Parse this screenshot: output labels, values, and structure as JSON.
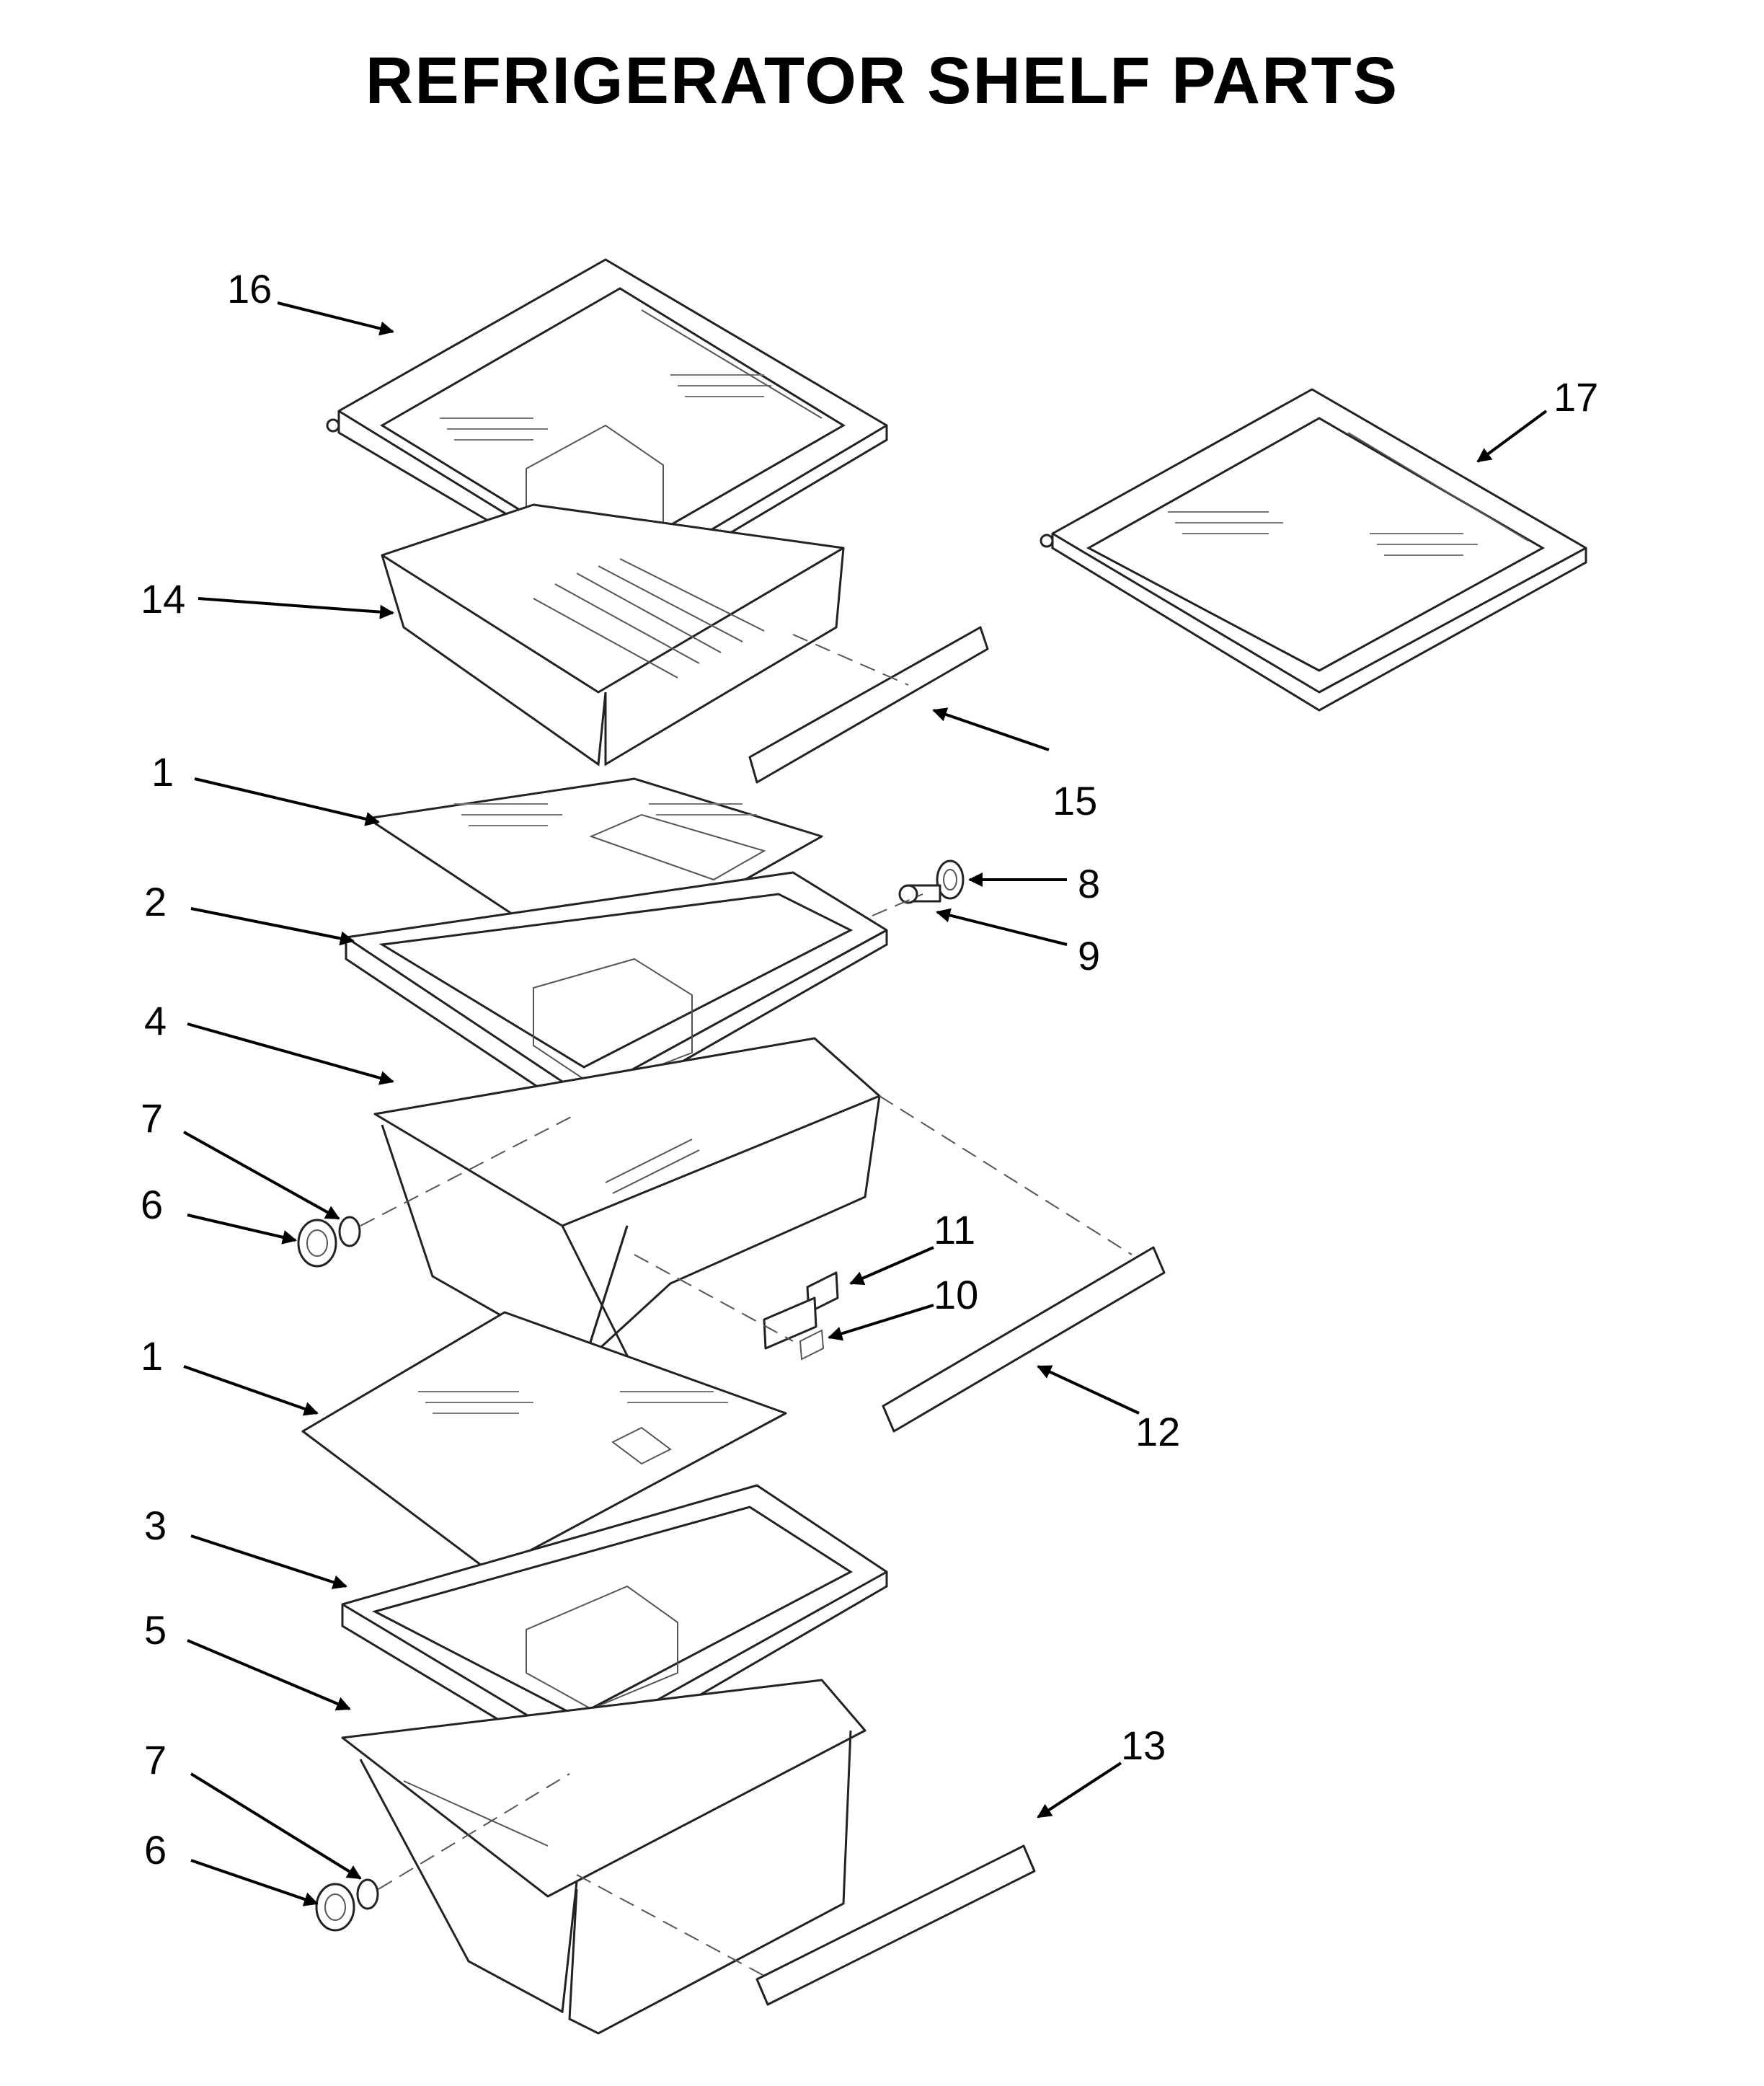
{
  "title": "REFRIGERATOR SHELF PARTS",
  "callouts": [
    {
      "id": "c16",
      "label": "16"
    },
    {
      "id": "c17",
      "label": "17"
    },
    {
      "id": "c14",
      "label": "14"
    },
    {
      "id": "c15",
      "label": "15"
    },
    {
      "id": "c1a",
      "label": "1"
    },
    {
      "id": "c8",
      "label": "8"
    },
    {
      "id": "c2",
      "label": "2"
    },
    {
      "id": "c9",
      "label": "9"
    },
    {
      "id": "c4",
      "label": "4"
    },
    {
      "id": "c7a",
      "label": "7"
    },
    {
      "id": "c6a",
      "label": "6"
    },
    {
      "id": "c11",
      "label": "11"
    },
    {
      "id": "c10",
      "label": "10"
    },
    {
      "id": "c1b",
      "label": "1"
    },
    {
      "id": "c12",
      "label": "12"
    },
    {
      "id": "c3",
      "label": "3"
    },
    {
      "id": "c5",
      "label": "5"
    },
    {
      "id": "c13",
      "label": "13"
    },
    {
      "id": "c7b",
      "label": "7"
    },
    {
      "id": "c6b",
      "label": "6"
    }
  ]
}
